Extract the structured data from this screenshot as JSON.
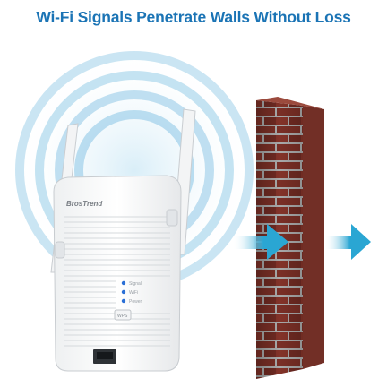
{
  "headline": "Wi-Fi Signals Penetrate Walls Without Loss",
  "device": {
    "brand": "BrosTrend",
    "led_labels": [
      "Signal",
      "WiFi",
      "Power"
    ],
    "button_label": "WPS"
  },
  "colors": {
    "headline": "#1b74b5",
    "signal_rings": "#9fd0ea",
    "arrows": "#2aa6d3",
    "brick": "#7a2f26",
    "mortar": "#a9a9a9",
    "led": "#2a6fd6"
  },
  "icons": [
    "wifi-signal-rings",
    "right-arrow-icon",
    "brick-wall"
  ]
}
